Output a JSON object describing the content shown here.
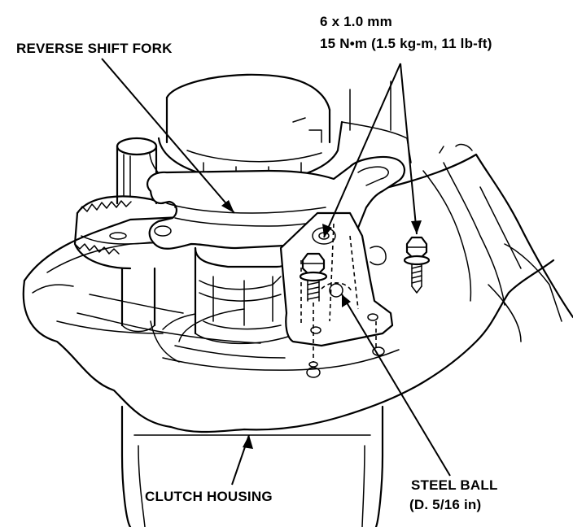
{
  "labels": {
    "bolt_size": "6 x 1.0 mm",
    "torque": "15 N•m (1.5 kg-m, 11 lb-ft)",
    "reverse_shift_fork": "REVERSE SHIFT FORK",
    "clutch_housing": "CLUTCH HOUSING",
    "steel_ball": "STEEL BALL",
    "steel_ball_size": "(D. 5/16 in)"
  }
}
